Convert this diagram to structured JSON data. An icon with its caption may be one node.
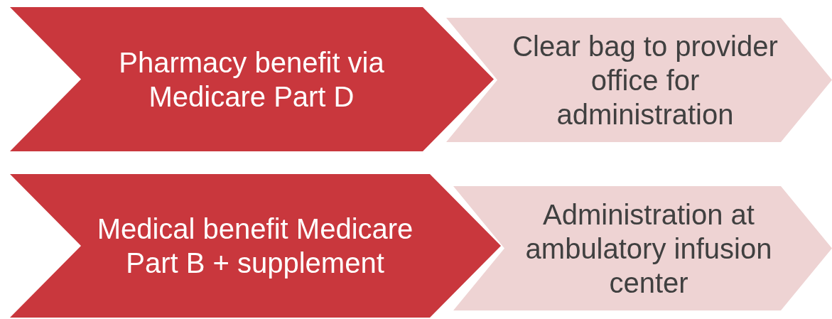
{
  "diagram": {
    "nodes": [
      {
        "text": [
          "Pharmacy benefit via Medicare Part D"
        ]
      },
      {
        "text": [
          "Clear bag to provider office for administration"
        ]
      },
      {
        "text": [
          "Medical benefit Medicare Part B + supplement"
        ]
      },
      {
        "text": [
          "Administration at ambulatory infusion center"
        ]
      }
    ]
  }
}
